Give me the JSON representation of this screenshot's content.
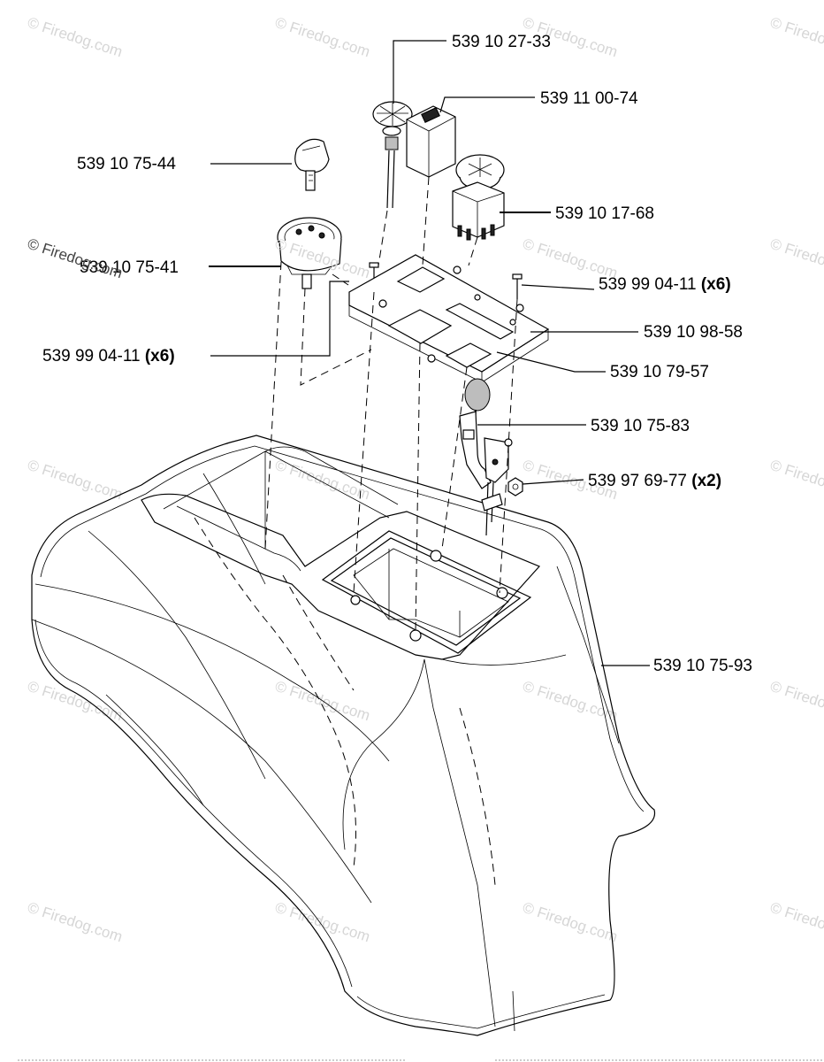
{
  "watermark": {
    "text": "© Firedog.com"
  },
  "parts": [
    {
      "id": "push-knob",
      "number": "539 10 27-33",
      "qty": ""
    },
    {
      "id": "fuse-holder",
      "number": "539 11 00-74",
      "qty": ""
    },
    {
      "id": "ignition-key",
      "number": "539 10 75-44",
      "qty": ""
    },
    {
      "id": "pto-switch",
      "number": "539 10 17-68",
      "qty": ""
    },
    {
      "id": "ignition-switch",
      "number": "539 10 75-41",
      "qty": ""
    },
    {
      "id": "screw-right",
      "number": "539 99 04-11",
      "qty": "(x6)"
    },
    {
      "id": "dash-plate",
      "number": "539 10 98-58",
      "qty": ""
    },
    {
      "id": "screw-left",
      "number": "539 99 04-11",
      "qty": "(x6)"
    },
    {
      "id": "gasket",
      "number": "539 10 79-57",
      "qty": ""
    },
    {
      "id": "throttle-lever",
      "number": "539 10 75-83",
      "qty": ""
    },
    {
      "id": "nut",
      "number": "539 97 69-77",
      "qty": "(x2)"
    },
    {
      "id": "dash-housing",
      "number": "539 10 75-93",
      "qty": ""
    }
  ]
}
